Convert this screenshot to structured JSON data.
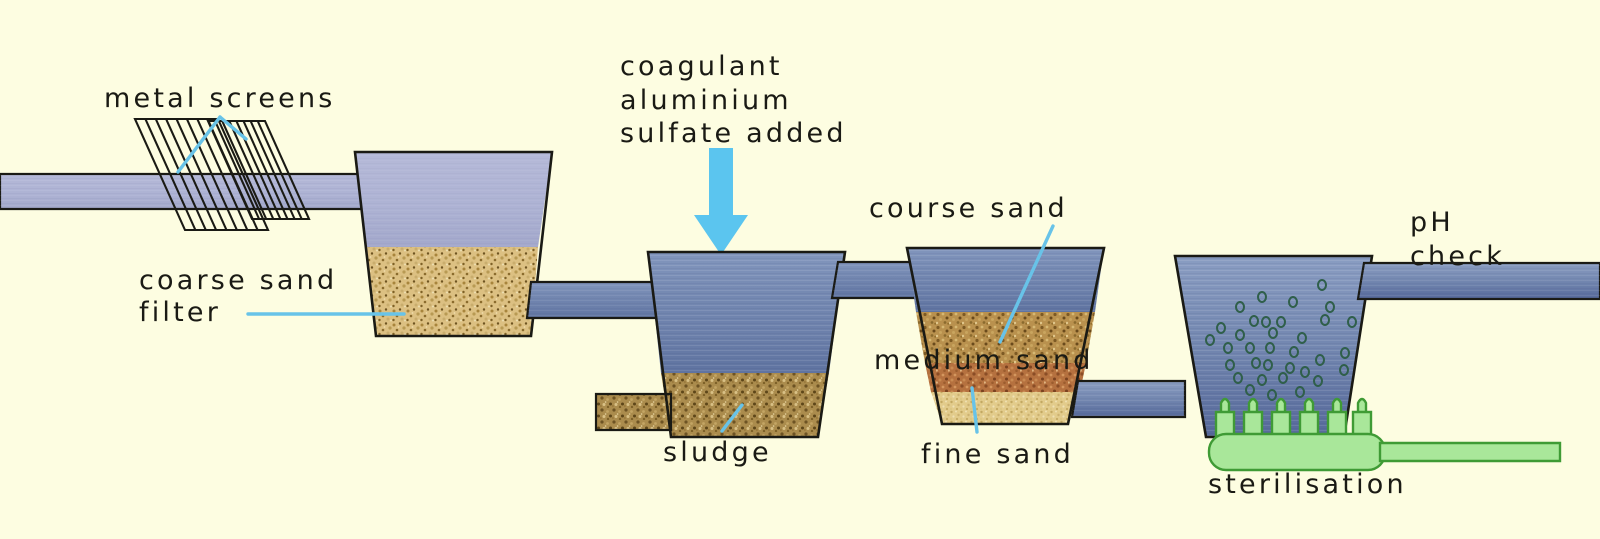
{
  "diagram": {
    "title": "Water treatment process flow",
    "background_color": "#fdfde1",
    "labels": {
      "metal_screens": "metal screens",
      "coarse_sand_filter_line1": "coarse sand",
      "coarse_sand_filter_line2": "filter",
      "coagulant_line1": "coagulant",
      "coagulant_line2": "aluminium",
      "coagulant_line3": "sulfate added",
      "sludge": "sludge",
      "course_sand": "course sand",
      "medium_sand": "medium sand",
      "fine_sand": "fine sand",
      "sterilisation": "sterilisation",
      "ph_check_line1": "pH",
      "ph_check_line2": "check"
    },
    "colors": {
      "background": "#fdfde1",
      "raw_water": "#aeb3d4",
      "treated_water": "#6b7faa",
      "clear_water": "#7f93bc",
      "coarse_sand": "#d9bd7e",
      "sludge": "#a98c4e",
      "medium_sand": "#b5713f",
      "fine_sand": "#e0c887",
      "leader_line": "#68c3e8",
      "arrow": "#5bc5ef",
      "sterilisation_green": "#a9e79a",
      "sterilisation_green_outline": "#3f9b35",
      "bubble_outline": "#2f5f4a",
      "outline": "#1a1a14"
    },
    "stages": [
      {
        "name": "intake-pipe",
        "contents": "raw water"
      },
      {
        "name": "metal-screens",
        "contents": "two slanted screens"
      },
      {
        "name": "coarse-sand-filter-tank",
        "contents": "raw water over coarse sand"
      },
      {
        "name": "sedimentation-tank",
        "contents": "treated water over sludge",
        "additive": "coagulant aluminium sulfate"
      },
      {
        "name": "sand-filter-tank",
        "contents": "water over course sand, medium sand, fine sand"
      },
      {
        "name": "sterilisation-tank",
        "contents": "clear water with gas bubbles"
      },
      {
        "name": "ph-check-outlet",
        "contents": "clear water"
      }
    ]
  }
}
